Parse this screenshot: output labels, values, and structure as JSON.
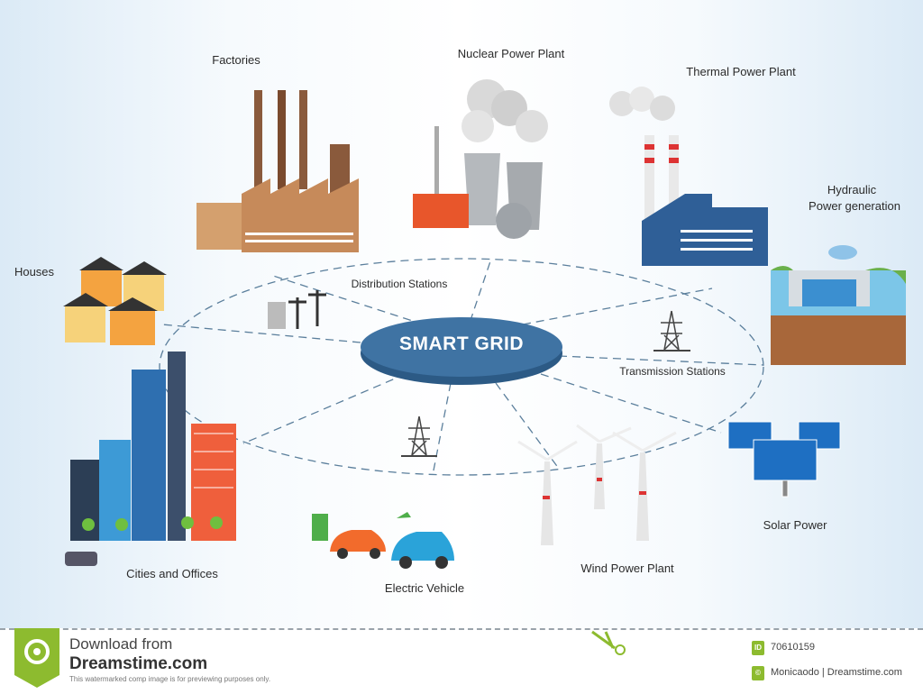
{
  "diagram": {
    "center": "SMART GRID",
    "nodes": {
      "factories": "Factories",
      "nuclear": "Nuclear Power Plant",
      "thermal": "Thermal Power Plant",
      "hydraulic_line1": "Hydraulic",
      "hydraulic_line2": "Power generation",
      "houses": "Houses",
      "distribution": "Distribution Stations",
      "transmission": "Transmission Stations",
      "solar": "Solar Power",
      "wind": "Wind Power Plant",
      "ev": "Electric Vehicle",
      "cities": "Cities and Offices"
    },
    "colors": {
      "grid_blue": "#3f73a3",
      "dash": "#5b7f9c",
      "brand_green": "#8dbb2f"
    }
  },
  "footer": {
    "download_from": "Download from",
    "site": "Dreamstime.com",
    "disclaimer": "This watermarked comp image is for previewing purposes only.",
    "id_badge": "ID",
    "id_value": "70610159",
    "copyright_badge": "©",
    "credit": "Monicaodo | Dreamstime.com"
  }
}
